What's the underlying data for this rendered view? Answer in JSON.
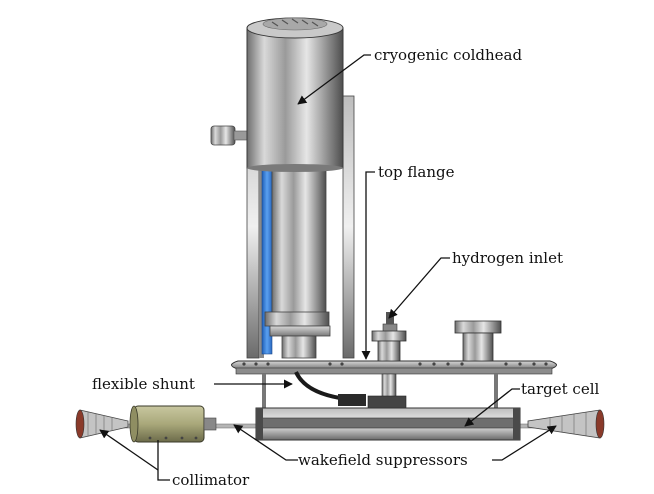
{
  "labels": {
    "coldhead": "cryogenic coldhead",
    "top_flange": "top flange",
    "hydrogen_inlet": "hydrogen inlet",
    "flexible_shunt": "flexible shunt",
    "target_cell": "target cell",
    "wakefield": "wakefield suppressors",
    "collimator": "collimator"
  },
  "colors": {
    "metal_dark": "#5a5a5a",
    "metal_light": "#dcdcdc",
    "blue_window": "#3d7fd6",
    "collimator_body": "#a9a87a",
    "line": "#111111"
  }
}
